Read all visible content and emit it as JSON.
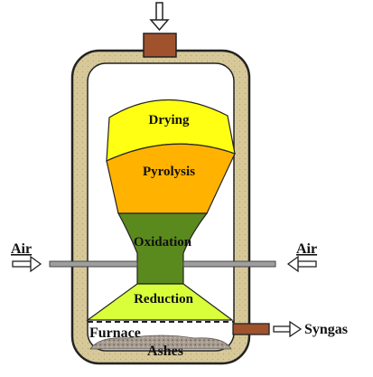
{
  "zones": {
    "drying": "Drying",
    "pyrolysis": "Pyrolysis",
    "oxidation": "Oxidation",
    "reduction": "Reduction",
    "furnace": "Furnace",
    "ashes": "Ashes"
  },
  "inlets": {
    "air_left": "Air",
    "air_right": "Air"
  },
  "outlet": {
    "syngas": "Syngas"
  },
  "colors": {
    "vessel_outline": "#222222",
    "refractory_lining": "#d8c99a",
    "vessel_interior": "#ffffff",
    "drying_zone": "#ffff14",
    "pyrolysis_zone": "#ffb300",
    "oxidation_zone": "#5a8a1e",
    "reduction_zone": "#d8ff3a",
    "ash_bed": "#a89c90",
    "feed_port": "#a0522d",
    "air_pipe": "#9e9e9e"
  }
}
